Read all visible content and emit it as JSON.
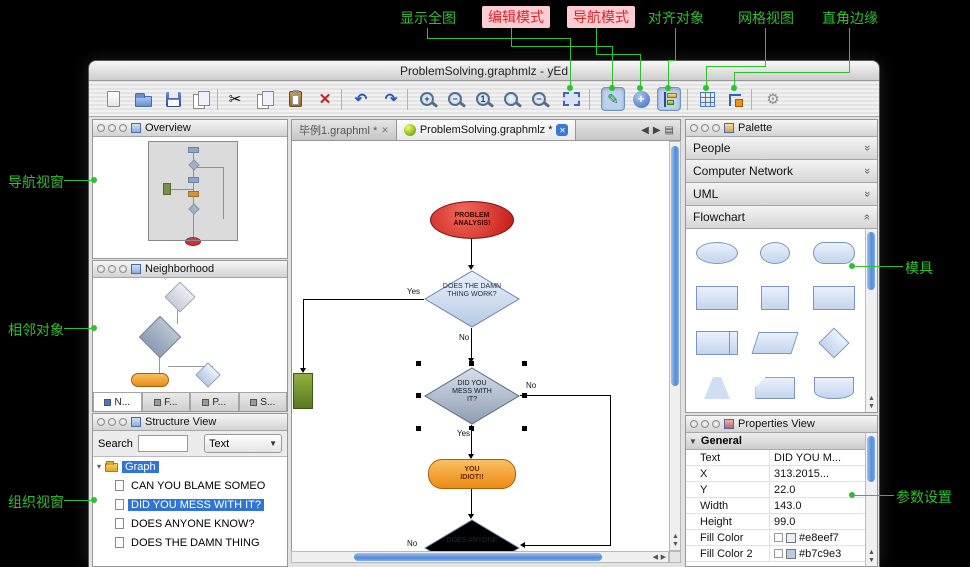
{
  "colors": {
    "annotation_green": "#2fbf2f",
    "annotation_box_pink": "#ffccd3",
    "annotation_box_text": "#d22929",
    "selection_blue": "#3074d8",
    "node_red": "#d42020",
    "node_orange": "#f09020",
    "fill_color_1": "#e8eef7",
    "fill_color_2": "#b7c9e3"
  },
  "annotations": {
    "top": [
      {
        "label": "显示全图"
      },
      {
        "label": "编辑模式"
      },
      {
        "label": "导航模式"
      },
      {
        "label": "对齐对象"
      },
      {
        "label": "网格视图"
      },
      {
        "label": "直角边缘"
      }
    ],
    "left": [
      {
        "label": "导航视窗"
      },
      {
        "label": "相邻对象"
      },
      {
        "label": "组织视窗"
      }
    ],
    "right": [
      {
        "label": "模具"
      },
      {
        "label": "参数设置"
      }
    ]
  },
  "window": {
    "title": "ProblemSolving.graphmlz - yEd"
  },
  "toolbar": {
    "items": [
      {
        "name": "new-document"
      },
      {
        "name": "open-file"
      },
      {
        "name": "save"
      },
      {
        "name": "documents"
      },
      {
        "name": "cut",
        "glyph": "✂"
      },
      {
        "name": "copy"
      },
      {
        "name": "paste"
      },
      {
        "name": "delete",
        "glyph": "✕"
      },
      {
        "name": "undo",
        "glyph": "↶"
      },
      {
        "name": "redo",
        "glyph": "↷"
      },
      {
        "name": "zoom-in",
        "glyph": "+"
      },
      {
        "name": "zoom-out",
        "glyph": "−"
      },
      {
        "name": "zoom-original",
        "glyph": "1"
      },
      {
        "name": "zoom-to-selection",
        "glyph": ""
      },
      {
        "name": "zoom-area",
        "glyph": "−"
      },
      {
        "name": "fit-content"
      },
      {
        "name": "edit-mode",
        "glyph": "✎",
        "pressed": true
      },
      {
        "name": "navigation-mode"
      },
      {
        "name": "align-objects",
        "pressed": true
      },
      {
        "name": "grid-view"
      },
      {
        "name": "orthogonal-edges"
      },
      {
        "name": "settings",
        "glyph": "⚙"
      }
    ]
  },
  "tabs": {
    "doc1": "毕例1.graphml *",
    "doc2": "ProblemSolving.graphmlz *",
    "close": "✕",
    "prev": "◀",
    "next": "▶",
    "list": "▤"
  },
  "panels": {
    "overview": {
      "title": "Overview"
    },
    "neighborhood": {
      "title": "Neighborhood",
      "tabs": [
        "N...",
        "F...",
        "P...",
        "S..."
      ]
    },
    "structure": {
      "title": "Structure View",
      "search_label": "Search",
      "search_value": "",
      "filter": "Text",
      "tree": [
        {
          "label": "Graph"
        },
        {
          "label": "CAN YOU BLAME SOMEO"
        },
        {
          "label": "DID YOU MESS WITH IT?"
        },
        {
          "label": "DOES ANYONE KNOW?"
        },
        {
          "label": "DOES THE DAMN THING"
        }
      ]
    },
    "palette": {
      "title": "Palette",
      "sections": [
        {
          "label": "People",
          "expanded": false
        },
        {
          "label": "Computer Network",
          "expanded": false
        },
        {
          "label": "UML",
          "expanded": false
        },
        {
          "label": "Flowchart",
          "expanded": true
        }
      ]
    },
    "properties": {
      "title": "Properties View",
      "group": "General",
      "rows": [
        {
          "key": "Text",
          "value": "DID YOU M..."
        },
        {
          "key": "X",
          "value": "313.2015..."
        },
        {
          "key": "Y",
          "value": "22.0"
        },
        {
          "key": "Width",
          "value": "143.0"
        },
        {
          "key": "Height",
          "value": "99.0"
        },
        {
          "key": "Fill Color",
          "value": "#e8eef7",
          "swatch": "#e8eef7"
        },
        {
          "key": "Fill Color 2",
          "value": "#b7c9e3",
          "swatch": "#b7c9e3"
        }
      ]
    }
  },
  "canvas": {
    "nodes": {
      "start": "PROBLEM ANALYSIS!",
      "d1": "DOES THE DAMN THING WORK?",
      "d2": "DID YOU MESS WITH IT?",
      "action": "YOU IDIOT!!",
      "d3": "DOES ANYONE"
    },
    "edge_labels": {
      "yes1": "Yes",
      "no1": "No",
      "no2": "No",
      "yes2": "Yes",
      "no3": "No"
    }
  }
}
